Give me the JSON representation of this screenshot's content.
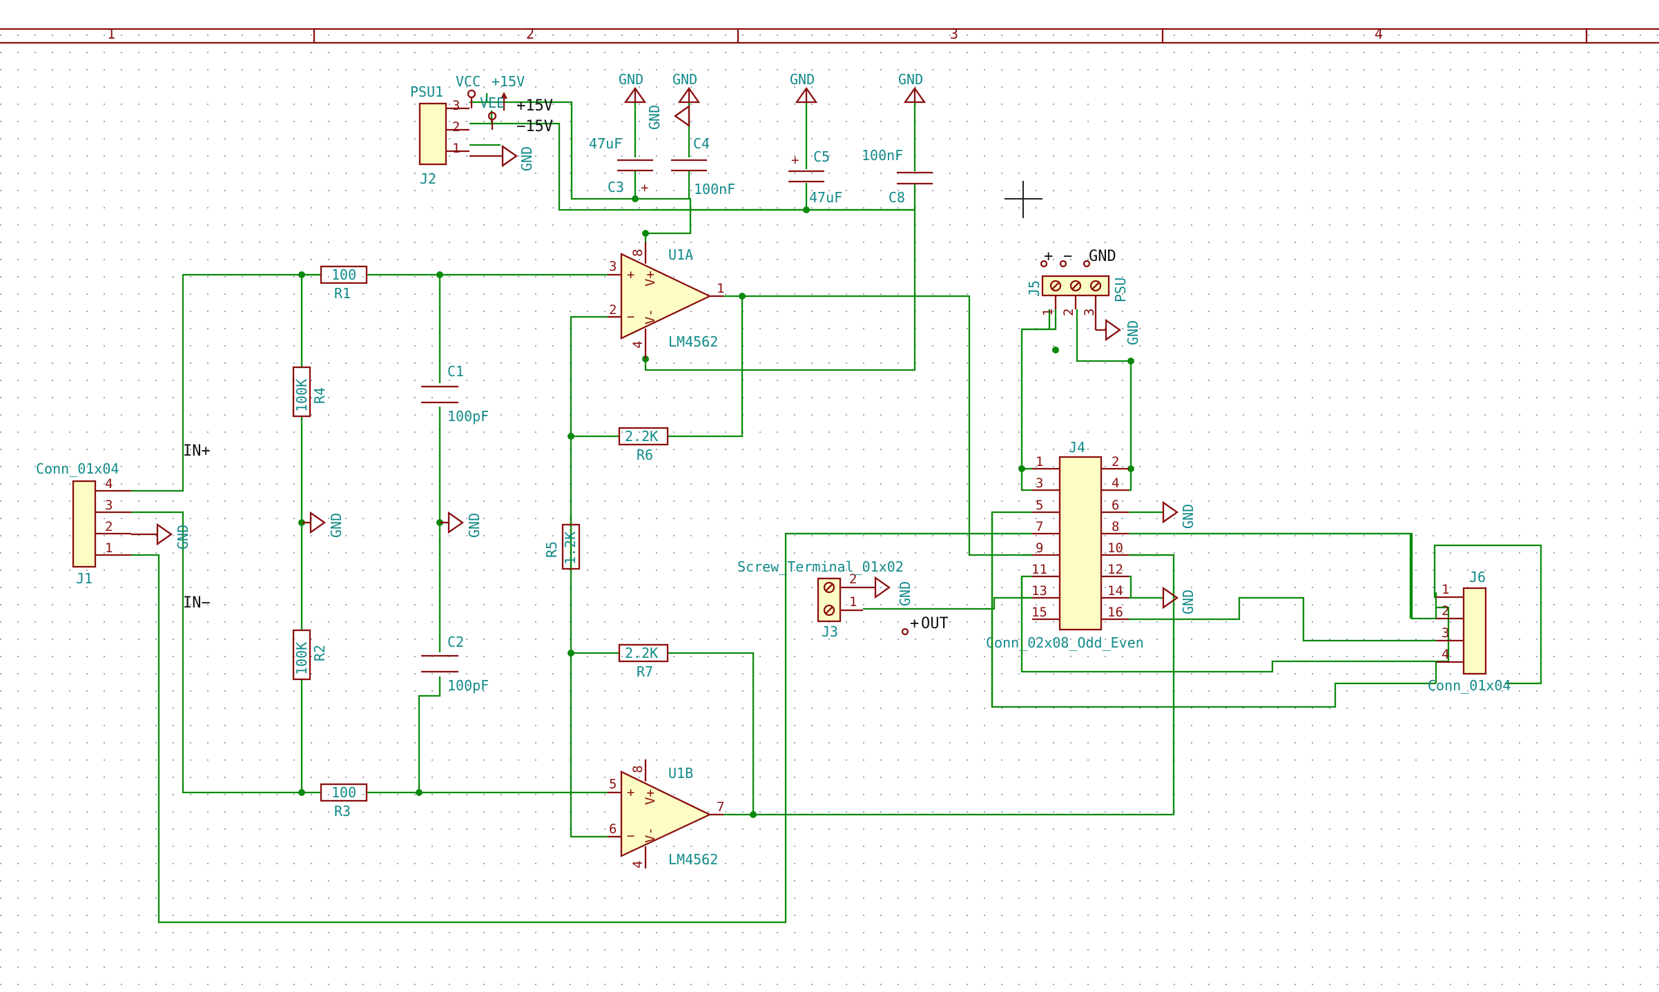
{
  "frame": {
    "columns": [
      "1",
      "2",
      "3",
      "4"
    ]
  },
  "colors": {
    "wire": "#0b8a0b",
    "symbol": "#8b0f0f",
    "text": "#128a8a",
    "body_fill": "#fdfcc4",
    "grid": "#9aa3b5"
  },
  "nets": {
    "in_plus": "IN+",
    "in_minus": "IN−",
    "plus15": "+15V",
    "minus15": "−15V",
    "out": "OUT",
    "vcc": "VCC",
    "vee": "VEE",
    "p15v": "+15V",
    "plus": "+",
    "minus": "−",
    "gnd_j5": "GND"
  },
  "gnd": "GND",
  "components": {
    "psu1": {
      "ref": "PSU1",
      "j2": "J2",
      "pins": [
        "3",
        "2",
        "1"
      ]
    },
    "c3": {
      "ref": "C3",
      "value": "47uF",
      "plus": "+"
    },
    "c4": {
      "ref": "C4",
      "value": "100nF"
    },
    "c5": {
      "ref": "C5",
      "value": "47uF",
      "plus": "+"
    },
    "c8": {
      "ref": "C8",
      "value": "100nF"
    },
    "r1": {
      "ref": "R1",
      "value": "100"
    },
    "r3": {
      "ref": "R3",
      "value": "100"
    },
    "r4": {
      "ref": "R4",
      "value": "100K"
    },
    "r2": {
      "ref": "R2",
      "value": "100K"
    },
    "c1": {
      "ref": "C1",
      "value": "100pF"
    },
    "c2": {
      "ref": "C2",
      "value": "100pF"
    },
    "r5": {
      "ref": "R5",
      "value": "1.2K"
    },
    "r6": {
      "ref": "R6",
      "value": "2.2K"
    },
    "r7": {
      "ref": "R7",
      "value": "2.2K"
    },
    "u1a": {
      "ref": "U1A",
      "value": "LM4562",
      "pins": [
        "3",
        "2",
        "1",
        "8",
        "4"
      ],
      "vplus": "V+",
      "vminus": "V-"
    },
    "u1b": {
      "ref": "U1B",
      "value": "LM4562",
      "pins": [
        "5",
        "6",
        "7",
        "8",
        "4"
      ],
      "vplus": "V+",
      "vminus": "V-"
    },
    "j1": {
      "ref": "J1",
      "value": "Conn_01x04",
      "pins": [
        "4",
        "3",
        "2",
        "1"
      ]
    },
    "j3": {
      "ref": "J3",
      "value": "Screw_Terminal_01x02",
      "pins": [
        "2",
        "1"
      ]
    },
    "j4": {
      "ref": "J4",
      "value": "Conn_02x08_Odd_Even",
      "left_pins": [
        "1",
        "3",
        "5",
        "7",
        "9",
        "11",
        "13",
        "15"
      ],
      "right_pins": [
        "2",
        "4",
        "6",
        "8",
        "10",
        "12",
        "14",
        "16"
      ]
    },
    "j5": {
      "ref": "J5",
      "value": "PSU",
      "pins": [
        "1",
        "2",
        "3"
      ]
    },
    "j6": {
      "ref": "J6",
      "value": "Conn_01x04",
      "pins": [
        "1",
        "2",
        "3",
        "4"
      ]
    }
  }
}
